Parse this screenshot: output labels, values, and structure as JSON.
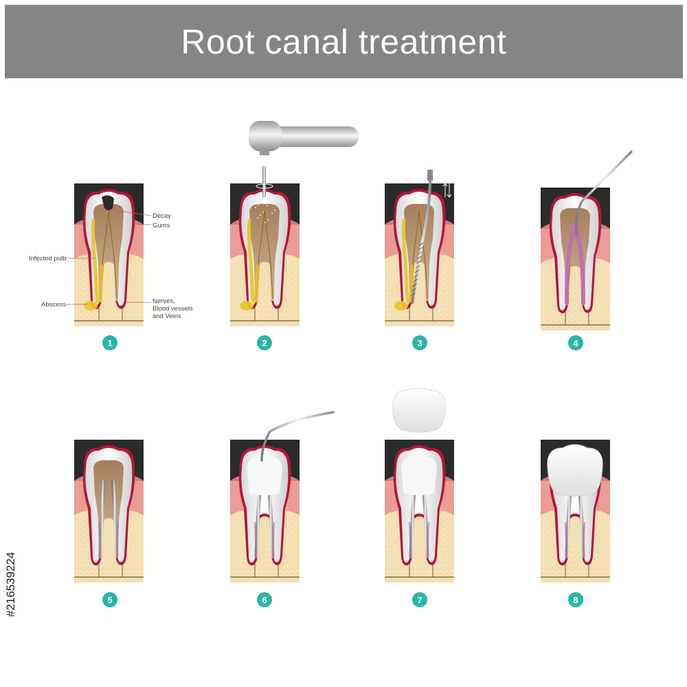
{
  "title": "Root canal treatment",
  "steps": [
    "1",
    "2",
    "3",
    "4",
    "5",
    "6",
    "7",
    "8"
  ],
  "labels": {
    "decay": "Decay",
    "gums": "Gums",
    "infected_pulp": "Infected pulb",
    "abscess": "Abscess",
    "nerves": "Nerves,\nBlood vessels\nand Veins"
  },
  "stock_id": "#216539224",
  "colors": {
    "title_bg": "#858585",
    "badge": "#2bb5a6",
    "bone": "#f4e1b5",
    "gum": "#e88f8f",
    "dark_bg": "#2b2b2b"
  }
}
